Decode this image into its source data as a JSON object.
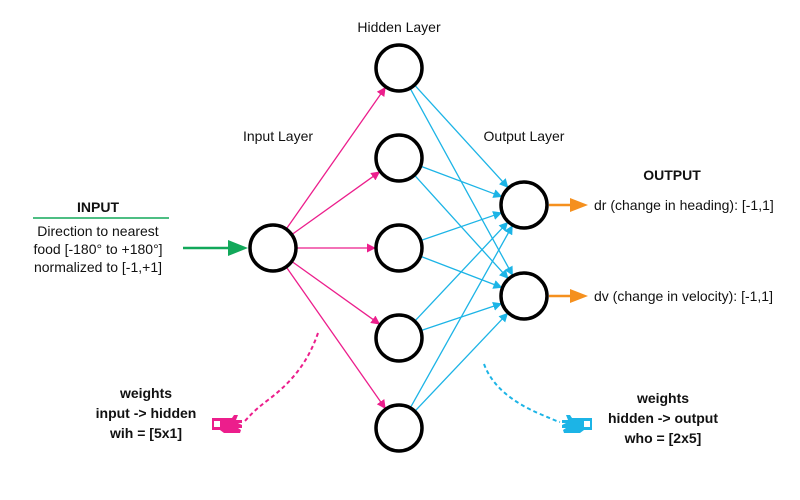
{
  "colors": {
    "input": "#12a85a",
    "pink": "#ec1e8c",
    "cyan": "#1cb4e6",
    "output": "#f5901e",
    "node_stroke": "#000000",
    "text": "#111111"
  },
  "labels": {
    "input_layer": "Input Layer",
    "hidden_layer": "Hidden Layer",
    "output_layer": "Output Layer"
  },
  "input": {
    "heading": "INPUT",
    "lines": [
      "Direction to nearest",
      "food [-180° to +180°]",
      "normalized to [-1,+1]"
    ]
  },
  "output": {
    "heading": "OUTPUT",
    "dr": "dr (change in heading): [-1,1]",
    "dv": "dv (change in velocity): [-1,1]"
  },
  "weights_ih": {
    "lines": [
      "weights",
      "input -> hidden",
      "wih = [5x1]"
    ],
    "icon": "pointing-hand-icon"
  },
  "weights_ho": {
    "lines": [
      "weights",
      "hidden -> output",
      "who = [2x5]"
    ],
    "icon": "pointing-hand-icon"
  },
  "network": {
    "input_nodes": 1,
    "hidden_nodes": 5,
    "output_nodes": 2
  }
}
